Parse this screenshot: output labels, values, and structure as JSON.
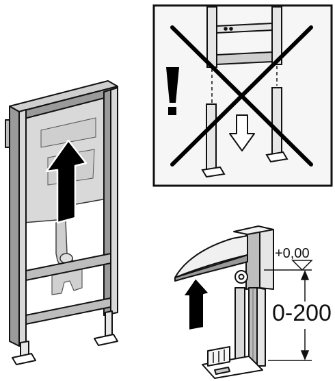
{
  "labels": {
    "height_offset": "+0,00",
    "height_range": "0-200"
  },
  "panels": {
    "warning_symbol": "exclamation-mark",
    "prohibited_action": "cross-out"
  },
  "colors": {
    "stroke": "#111111",
    "panel_fill": "#f4f4f4",
    "arrow_fill": "#000000",
    "cistern_fill": "#d8d8d8"
  }
}
